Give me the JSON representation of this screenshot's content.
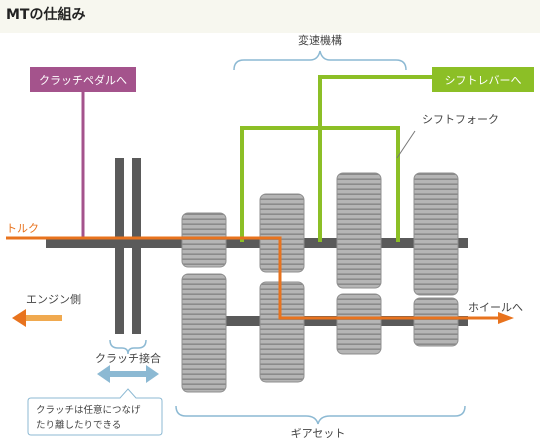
{
  "title": "MTの仕組み",
  "labels": {
    "hensoku_kikou": "変速機構",
    "clutch_pedal": "クラッチペダルへ",
    "shift_lever": "シフトレバーへ",
    "shift_fork": "シフトフォーク",
    "torque": "トルク",
    "engine_side": "エンジン側",
    "wheel": "ホイールへ",
    "clutch_joint": "クラッチ接合",
    "note_line1": "クラッチは任意につなげ",
    "note_line2": "たり離したりできる",
    "gear_set": "ギアセット"
  },
  "colors": {
    "clutch_purple": "#a4538c",
    "shift_green": "#8cbf26",
    "torque_orange": "#e8731e",
    "shaft_gray": "#5a5a5a",
    "gear_gray": "#a9a9a9",
    "clutch_arrow_blue": "#8cb9d3"
  }
}
